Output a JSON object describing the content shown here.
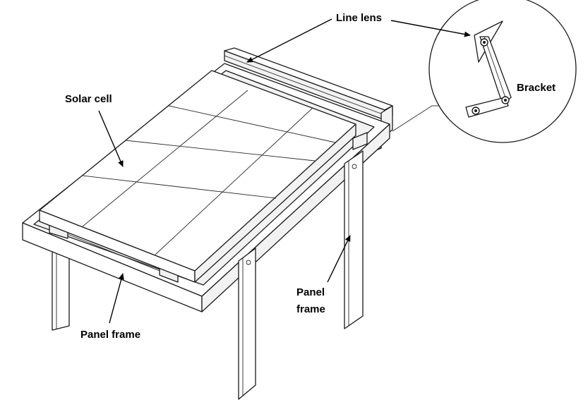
{
  "labels": {
    "line_lens": "Line lens",
    "solar_cell": "Solar cell",
    "bracket": "Bracket",
    "panel_frame_bottom": "Panel frame",
    "panel_frame_side_line1": "Panel",
    "panel_frame_side_line2": "frame"
  }
}
